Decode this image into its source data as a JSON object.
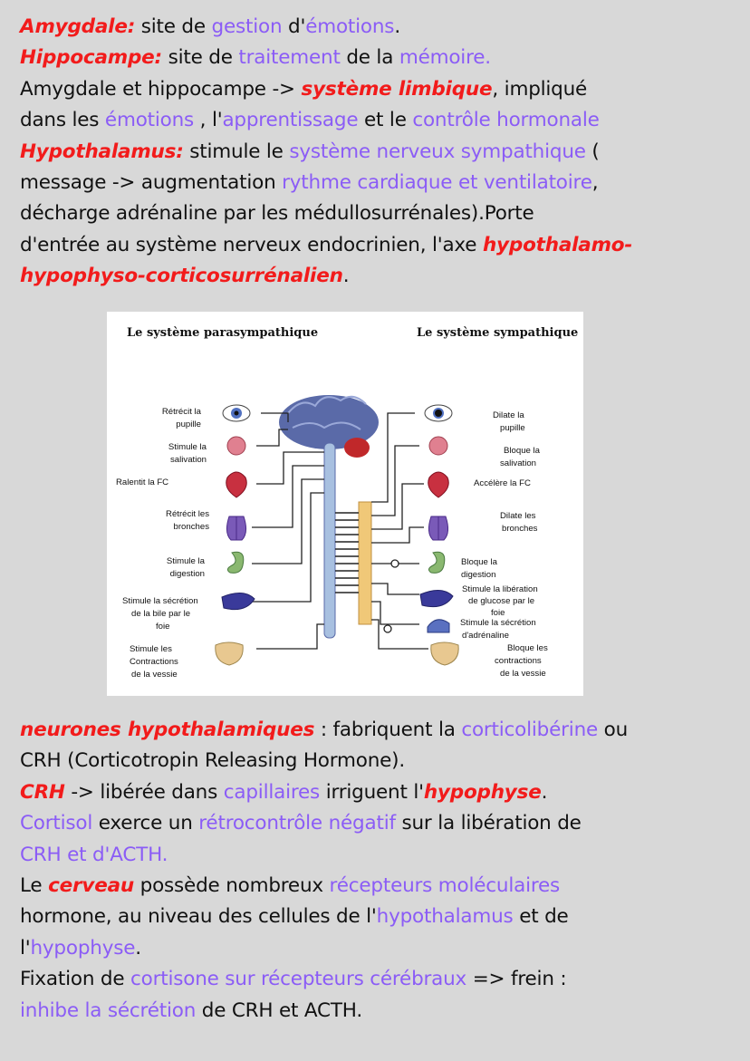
{
  "top_text": {
    "l1": {
      "a": "Amygdale:",
      "b": " site de ",
      "c": "gestion",
      "d": " d'",
      "e": "émotions",
      "f": "."
    },
    "l2": {
      "a": "Hippocampe:",
      "b": " site de ",
      "c": "traitement",
      "d": " de la ",
      "e": "mémoire."
    },
    "l3": {
      "a": "Amygdale et hippocampe -> ",
      "b": "système limbique",
      "c": ", impliqué"
    },
    "l4": {
      "a": "dans les ",
      "b": "émotions",
      "c": " , l'",
      "d": "apprentissage",
      "e": " et le ",
      "f": "contrôle hormonale"
    },
    "l5": {
      "a": "Hypothalamus:",
      "b": " stimule le ",
      "c": "système nerveux sympathique",
      "d": " ("
    },
    "l6": {
      "a": "message -> augmentation ",
      "b": "rythme cardiaque et ventilatoire",
      "c": ","
    },
    "l7": {
      "a": "décharge adrénaline par les médullosurrénales).Porte"
    },
    "l8": {
      "a": "d'entrée au système nerveux endocrinien, l'axe ",
      "b": "hypothalamo-"
    },
    "l9": {
      "a": "hypophyso-corticosurrénalien",
      "b": "."
    }
  },
  "diagram": {
    "title_left": "Le système parasympathique",
    "title_right": "Le système sympathique",
    "left_labels": [
      [
        "Rétrécit la",
        "pupille"
      ],
      [
        "Stimule la",
        "salivation"
      ],
      [
        "Ralentit la FC"
      ],
      [
        "Rétrécit les",
        "bronches"
      ],
      [
        "Stimule la",
        "digestion"
      ],
      [
        "Stimule la sécrétion",
        "de la bile par le",
        "foie"
      ],
      [
        "Stimule les",
        "Contractions",
        "de la vessie"
      ]
    ],
    "right_labels": [
      [
        "Dilate la",
        "pupille"
      ],
      [
        "Bloque la",
        "salivation"
      ],
      [
        "Accélère la FC"
      ],
      [
        "Dilate les",
        "bronches"
      ],
      [
        "Bloque la",
        "digestion"
      ],
      [
        "Stimule la libération",
        "de glucose par le",
        "foie"
      ],
      [
        "Stimule la sécrétion",
        "d'adrénaline"
      ],
      [
        "Bloque les",
        "contractions",
        "de la vessie"
      ]
    ],
    "colors": {
      "brain": "#5a6aa8",
      "cerebellum": "#c0282a",
      "spine": "#a8c0e0",
      "ganglia": "#f0c878",
      "heart": "#c83040",
      "lung": "#7a5ab8",
      "stomach": "#8ab870",
      "liver": "#3a3a9a",
      "bladder": "#e8c890"
    }
  },
  "bottom_text": {
    "l1": {
      "a": "neurones hypothalamiques",
      "b": " :  fabriquent la ",
      "c": "corticolibérine",
      "d": " ou"
    },
    "l2": {
      "a": "CRH (Corticotropin Releasing Hormone)."
    },
    "l3": {
      "a": "CRH",
      "b": " -> libérée dans ",
      "c": "capillaires",
      "d": " irriguent l'",
      "e": "hypophyse",
      "f": "."
    },
    "l4": {
      "a": "Cortisol",
      "b": " exerce un ",
      "c": "rétrocontrôle négatif",
      "d": " sur la libération de"
    },
    "l5": {
      "a": "CRH et d'ACTH."
    },
    "l6": {
      "a": "Le ",
      "b": "cerveau",
      "c": " possède nombreux ",
      "d": "récepteurs moléculaires"
    },
    "l7": {
      "a": "hormone, au niveau des cellules de l'",
      "b": "hypothalamus",
      "c": " et de"
    },
    "l8": {
      "a": "l'",
      "b": "hypophyse",
      "c": "."
    },
    "l9": {
      "a": "Fixation de ",
      "b": "cortisone sur  récepteurs cérébraux",
      "c": " => frein :"
    },
    "l10": {
      "a": "inhibe la sécrétion",
      "b": " de CRH et ACTH."
    }
  }
}
